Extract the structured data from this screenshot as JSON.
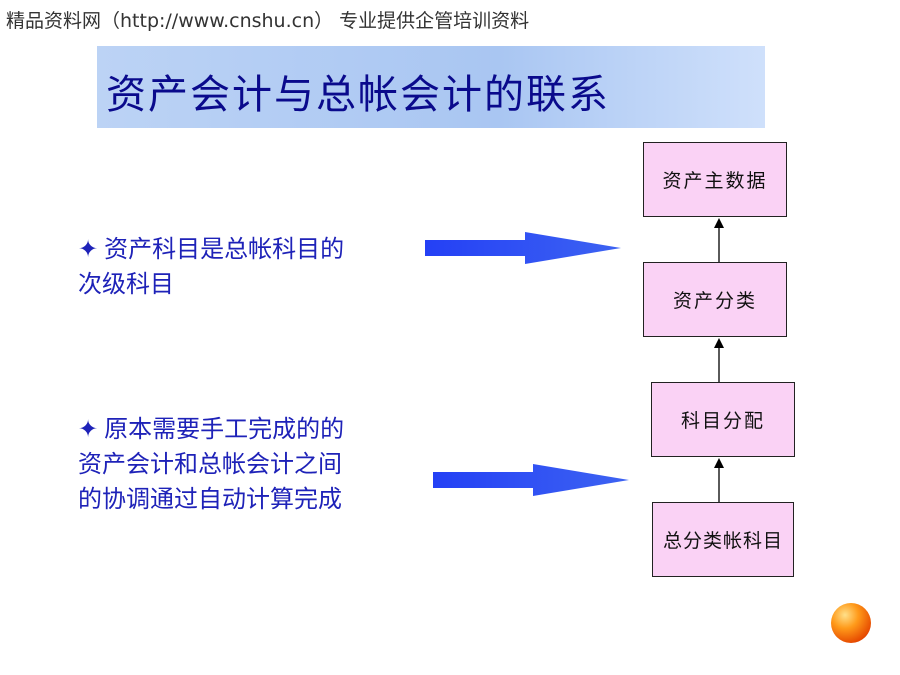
{
  "header": {
    "watermark": "精品资料网（http://www.cnshu.cn） 专业提供企管培训资料"
  },
  "slide": {
    "title": "资产会计与总帐会计的联系"
  },
  "bullets": [
    {
      "mark": "✦",
      "lines": [
        "资产科目是总帐科目的",
        "次级科目"
      ]
    },
    {
      "mark": "✦",
      "lines": [
        "原本需要手工完成的的",
        "资产会计和总帐会计之间",
        "的协调通过自动计算完成"
      ]
    }
  ],
  "flow": {
    "boxes": [
      "资产主数据",
      "资产分类",
      "科目分配",
      "总分类帐科目"
    ]
  },
  "colors": {
    "title_text": "#0a0a8c",
    "bullet_text": "#1e22b8",
    "box_fill": "#fad2f5",
    "arrow_blue": "#2b44f0"
  },
  "icons": {
    "decor": "orange-ball-icon",
    "bullet": "four-point-star-icon",
    "pointer": "block-arrow-right-icon"
  }
}
